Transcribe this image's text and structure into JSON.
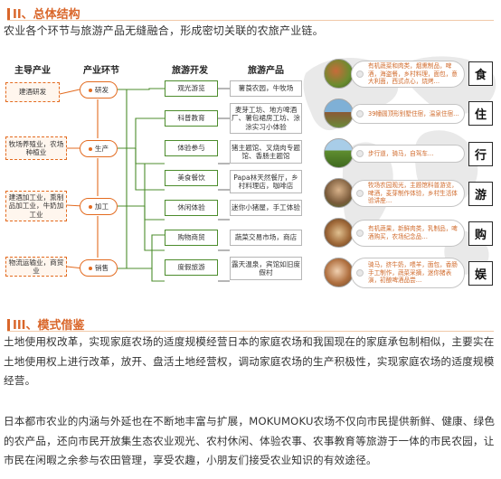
{
  "section2": {
    "title": "II、总体结构",
    "intro": "农业各个环节与旅游产品无缝融合，形成密切关联的农旅产业链。"
  },
  "diagram": {
    "headers": [
      "主导产业",
      "产业环节",
      "旅游开发",
      "旅游产品"
    ],
    "industries": [
      "建酒研发",
      "牧场养殖业，农场种植业",
      "建酒加工业，熏制品加工业，牛奶加工业",
      "物流运输业，商贸业"
    ],
    "stages": [
      "研发",
      "生产",
      "加工",
      "销售"
    ],
    "developments": [
      "观光游览",
      "科普教育",
      "体验参与",
      "美食餐饮",
      "休闲体验",
      "购物商贸",
      "度假旅游"
    ],
    "products": [
      "薯莨农园，牛牧场",
      "麦芽工坊、地方啤酒厂、薯包裙房工坊、涂涂实习小体验",
      "猪主题馆、叉烧肉专题馆、香肠主题馆",
      "Papa林天然餐厅，乡村料理店，咖啡店",
      "迷你小猪屋，手工体验",
      "蔬菜交易市场，商店",
      "露天温泉，宾馆如旧度假村"
    ],
    "rows": [
      {
        "text": "有机蔬菜和肉类，烟熏制品，啤酒，海盗餐，乡村料理，面包，意大利面，西式点心，烧烤…",
        "badge": "食"
      },
      {
        "text": "39幢圆顶形别墅住宿，温泉住宿…",
        "badge": "住"
      },
      {
        "text": "步行道，骑马，自驾车…",
        "badge": "行"
      },
      {
        "text": "牧场农园观光，主题馆科普游览，啤酒，麦芽制作体验，乡村生活体验讲座…",
        "badge": "游"
      },
      {
        "text": "有机蔬果，新鲜肉类，乳制品，啤酒购买，农场纪念品…",
        "badge": "购"
      },
      {
        "text": "骑马，挤牛奶，喂羊，面包，香肠手工制作，蔬菜采摘，迷你猪表演，初酿啤酒品尝…",
        "badge": "娱"
      }
    ]
  },
  "section3": {
    "title": "III、模式借鉴",
    "para1": "土地使用权改革，实现家庭农场的适度规模经营日本的家庭农场和我国现在的家庭承包制相似，主要实在土地使用权上进行改革，放开、盘活土地经营权，调动家庭农场的生产积极性，实现家庭农场的适度规模经营。",
    "para2": "日本都市农业的内涵与外延也在不断地丰富与扩展，MOKUMOKU农场不仅向市民提供新鲜、健康、绿色的农产品，还向市民开放集生态农业观光、农村休闲、体验农事、农事教育等旅游于一体的市民农园，让市民在闲暇之余参与农田管理，享受农趣，小朋友们接受农业知识的有效途径。"
  },
  "colors": {
    "accent": "#d9662a",
    "green": "#4c8c2c",
    "orange": "#e36b20"
  }
}
